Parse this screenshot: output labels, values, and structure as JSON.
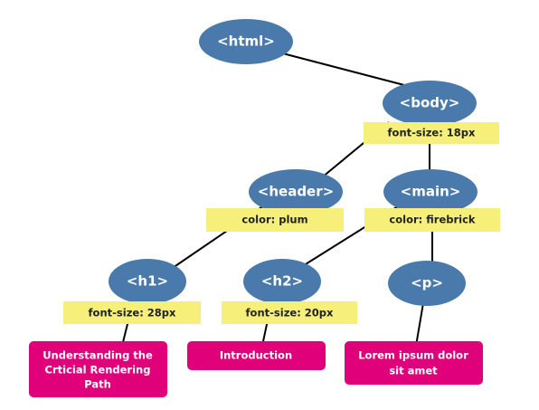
{
  "colors": {
    "node": "#4a7aab",
    "style_box": "#f6f07a",
    "content_box": "#e0007a",
    "edge": "#000000"
  },
  "nodes": {
    "html": "<html>",
    "body": "<body>",
    "header": "<header>",
    "main": "<main>",
    "h1": "<h1>",
    "h2": "<h2>",
    "p": "<p>"
  },
  "styles": {
    "body": "font-size: 18px",
    "header": "color: plum",
    "main": "color: firebrick",
    "h1": "font-size: 28px",
    "h2": "font-size: 20px"
  },
  "contents": {
    "h1": [
      "Understanding the",
      "Crticial Rendering",
      "Path"
    ],
    "h2": [
      "Introduction"
    ],
    "p": [
      "Lorem ipsum dolor",
      "sit amet"
    ]
  }
}
